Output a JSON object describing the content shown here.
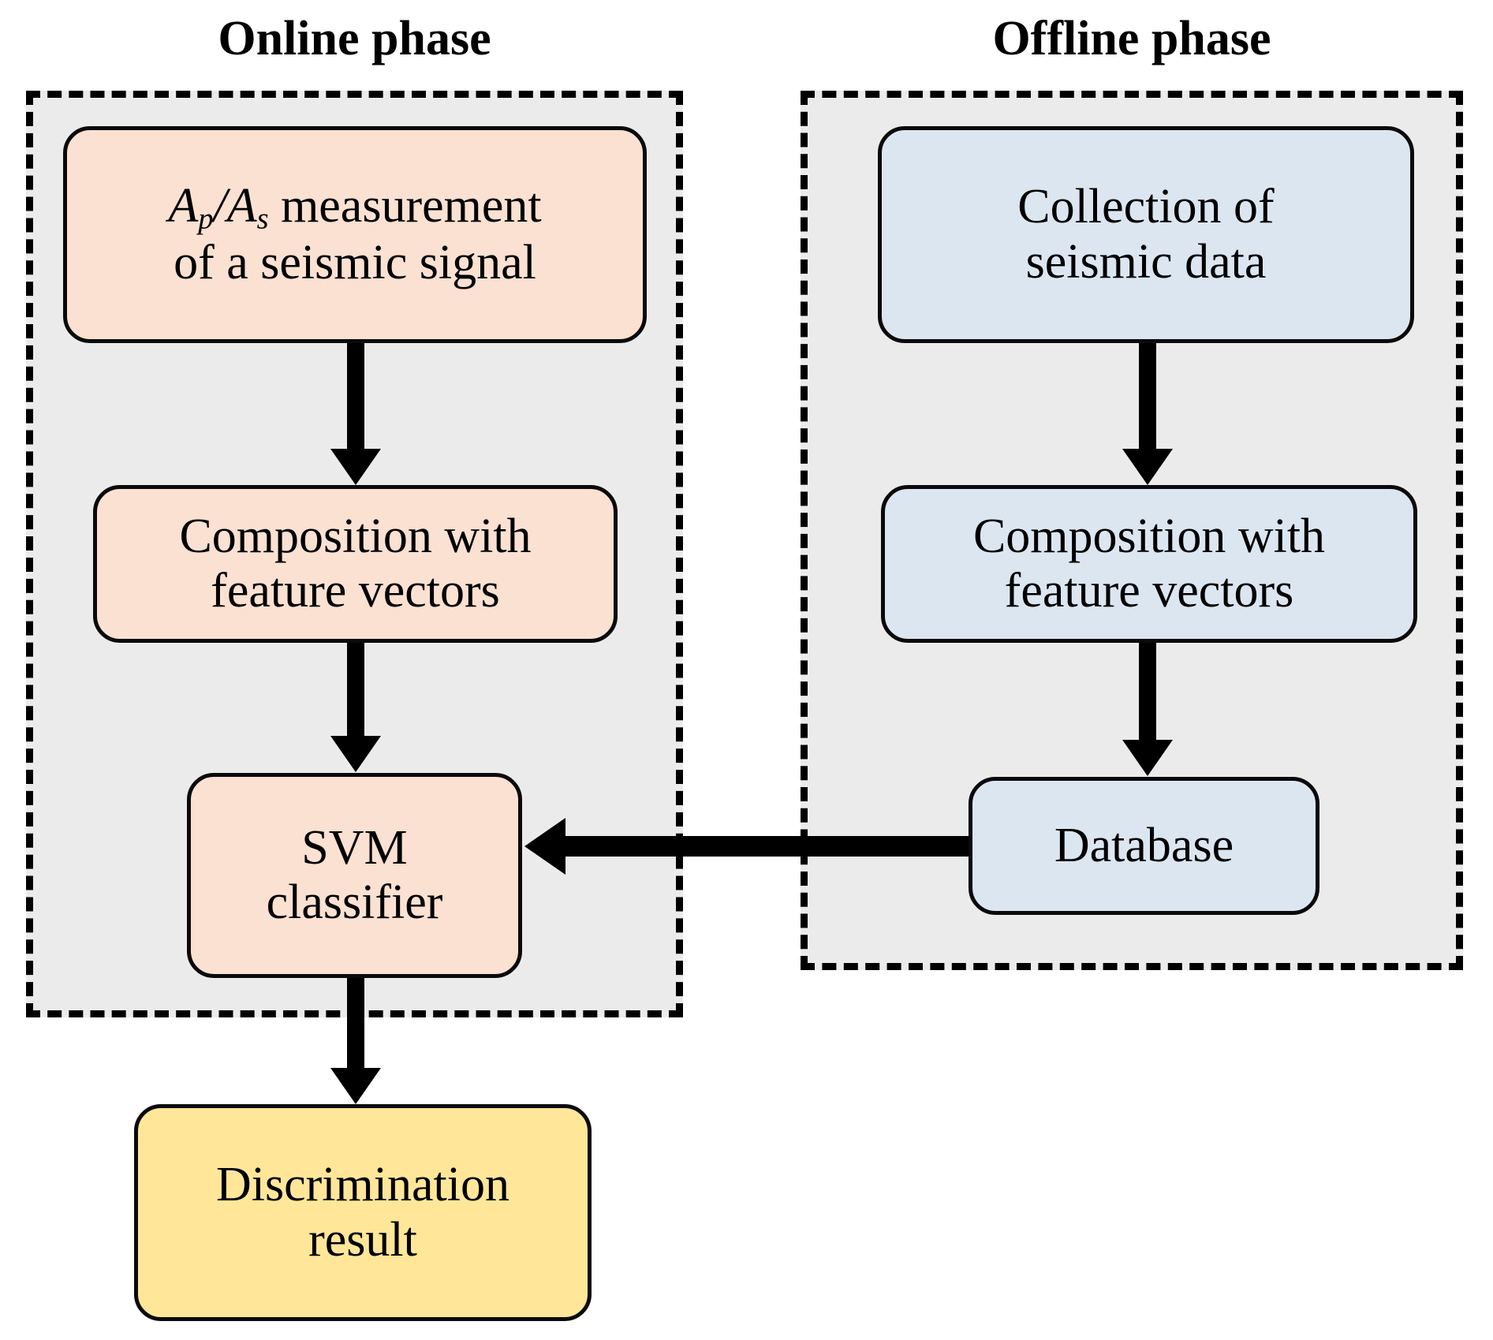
{
  "figure": {
    "type": "flowchart",
    "description": "Two-phase seismic signal discrimination workflow using an SVM classifier"
  },
  "phases": {
    "online": {
      "title": "Online phase",
      "container_name": "online-phase-container"
    },
    "offline": {
      "title": "Offline phase",
      "container_name": "offline-phase-container"
    }
  },
  "nodes": {
    "ap_as": {
      "label_math_numerator": "A",
      "label_math_numerator_sub": "p",
      "label_math_slash": "/",
      "label_math_denominator": "A",
      "label_math_denominator_sub": "s",
      "label_rest": " measurement",
      "line2": "of a seismic signal",
      "color": "#fae1d2"
    },
    "composition_online": {
      "line1": "Composition with",
      "line2": "feature vectors",
      "color": "#fae1d2"
    },
    "svm": {
      "line1": "SVM",
      "line2": "classifier",
      "color": "#fae1d2"
    },
    "result": {
      "line1": "Discrimination",
      "line2": "result",
      "color": "#ffe699"
    },
    "collection": {
      "line1": "Collection of",
      "line2": "seismic data",
      "color": "#dce6f1"
    },
    "composition_offline": {
      "line1": "Composition with",
      "line2": "feature vectors",
      "color": "#dce6f1"
    },
    "database": {
      "line1": "Database",
      "color": "#dce6f1"
    }
  },
  "arrows": [
    {
      "name": "ap-as-to-composition-online",
      "direction": "down",
      "from": "ap_as",
      "to": "composition_online"
    },
    {
      "name": "composition-online-to-svm",
      "direction": "down",
      "from": "composition_online",
      "to": "svm"
    },
    {
      "name": "svm-to-result",
      "direction": "down",
      "from": "svm",
      "to": "result"
    },
    {
      "name": "collection-to-composition-offline",
      "direction": "down",
      "from": "collection",
      "to": "composition_offline"
    },
    {
      "name": "composition-offline-to-database",
      "direction": "down",
      "from": "composition_offline",
      "to": "database"
    },
    {
      "name": "database-to-svm",
      "direction": "left",
      "from": "database",
      "to": "svm"
    }
  ],
  "colors": {
    "phase_container_fill": "#ebebeb",
    "phase_container_border": "#000000",
    "peach": "#fae1d2",
    "blue": "#dce6f1",
    "yellow": "#ffe699",
    "stroke": "#000000",
    "page_background": "#ffffff"
  }
}
